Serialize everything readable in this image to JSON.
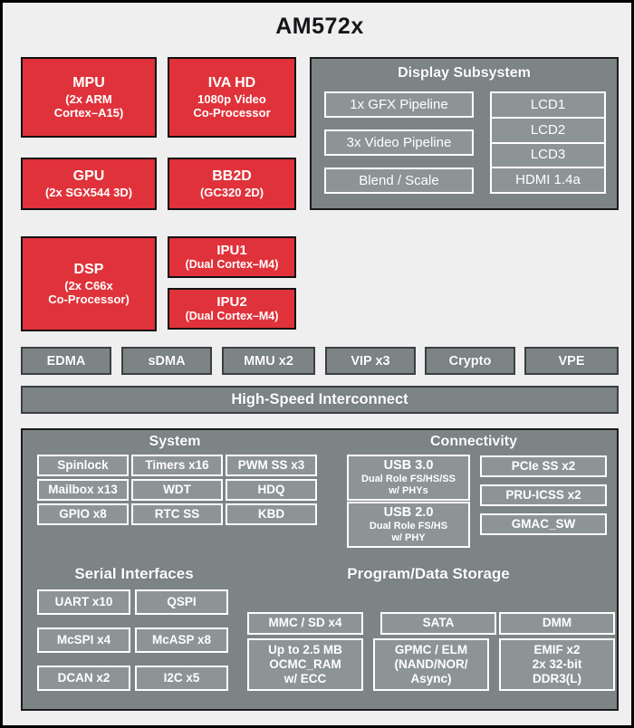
{
  "title": "AM572x",
  "colors": {
    "processor_red": "#e0323a",
    "panel_gray": "#7d8486",
    "chip_gray": "#8d9496",
    "background": "#efefef",
    "text_white": "#ffffff",
    "title_black": "#15161a"
  },
  "processors": [
    {
      "name": "MPU",
      "lines": [
        "(2x ARM",
        "Cortex–A15)"
      ]
    },
    {
      "name": "IVA HD",
      "lines": [
        "1080p Video",
        "Co-Processor"
      ]
    },
    {
      "name": "GPU",
      "lines": [
        "(2x SGX544 3D)"
      ]
    },
    {
      "name": "BB2D",
      "lines": [
        "(GC320 2D)"
      ]
    },
    {
      "name": "DSP",
      "lines": [
        "(2x C66x",
        "Co-Processor)"
      ]
    },
    {
      "name": "IPU1",
      "lines": [
        "(Dual Cortex–M4)"
      ]
    },
    {
      "name": "IPU2",
      "lines": [
        "(Dual Cortex–M4)"
      ]
    }
  ],
  "display_subsystem": {
    "title": "Display Subsystem",
    "pipelines": [
      "1x GFX Pipeline",
      "3x Video Pipeline",
      "Blend / Scale"
    ],
    "outputs": [
      "LCD1",
      "LCD2",
      "LCD3",
      "HDMI 1.4a"
    ]
  },
  "dma_row": [
    "EDMA",
    "sDMA",
    "MMU x2",
    "VIP x3",
    "Crypto",
    "VPE"
  ],
  "interconnect": "High-Speed Interconnect",
  "system": {
    "title": "System",
    "items": [
      "Spinlock",
      "Timers x16",
      "PWM SS x3",
      "Mailbox x13",
      "WDT",
      "HDQ",
      "GPIO x8",
      "RTC SS",
      "KBD"
    ]
  },
  "connectivity": {
    "title": "Connectivity",
    "usb": [
      {
        "name": "USB 3.0",
        "lines": [
          "Dual Role FS/HS/SS",
          "w/ PHYs"
        ]
      },
      {
        "name": "USB 2.0",
        "lines": [
          "Dual Role FS/HS",
          "w/ PHY"
        ]
      }
    ],
    "others": [
      "PCIe SS x2",
      "PRU-ICSS x2",
      "GMAC_SW"
    ]
  },
  "serial_interfaces": {
    "title": "Serial Interfaces",
    "items": [
      "UART x10",
      "QSPI",
      "McSPI x4",
      "McASP x8",
      "DCAN x2",
      "I2C x5"
    ]
  },
  "storage": {
    "title": "Program/Data Storage",
    "row1": [
      "MMC / SD x4",
      "SATA",
      "DMM"
    ],
    "row2": [
      {
        "lines": [
          "Up to 2.5 MB",
          "OCMC_RAM",
          "w/ ECC"
        ]
      },
      {
        "lines": [
          "GPMC / ELM",
          "(NAND/NOR/",
          "Async)"
        ]
      },
      {
        "lines": [
          "EMIF x2",
          "2x 32-bit",
          "DDR3(L)"
        ]
      }
    ]
  }
}
